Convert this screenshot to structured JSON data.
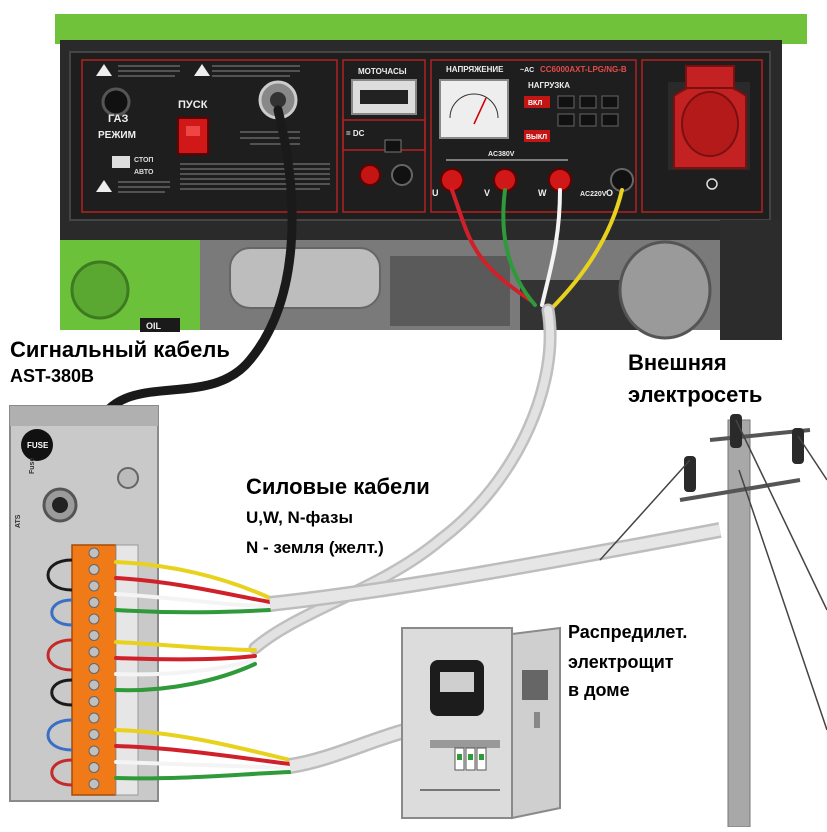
{
  "labels": {
    "signal_cable": "Сигнальный кабель",
    "ats_model": "AST-380B",
    "external_grid_line1": "Внешняя",
    "external_grid_line2": "электросеть",
    "power_cables": "Силовые кабели",
    "phases": "U,W, N-фазы",
    "ground": "N - земля (желт.)",
    "panel_line1": "Распредилет.",
    "panel_line2": "электрощит",
    "panel_line3": "в доме"
  },
  "generator_panel": {
    "model": "CC6000AXT-LPG/NG-B",
    "motor_hours": "МОТОЧАСЫ",
    "voltage": "НАПРЯЖЕНИЕ",
    "load": "НАГРУЗКА",
    "gas": "ГАЗ",
    "mode": "РЕЖИМ",
    "start": "ПУСК",
    "stop": "СТОП",
    "auto": "АВТО",
    "ac380": "AC380V",
    "ac220": "AC220V",
    "dc": "= DC",
    "oil": "OIL",
    "terminals": [
      "U",
      "V",
      "W",
      "O"
    ],
    "ac_symbol": "~AC",
    "vkl": "ВКЛ",
    "vykl": "ВЫКЛ"
  },
  "ats_box": {
    "fuse_button": "FUSE",
    "fuse_label": "Fuse",
    "ats_label": "ATS"
  },
  "colors": {
    "generator_frame": "#6fc23a",
    "panel_dark": "#1e1e1e",
    "terminal_orange": "#f07a18",
    "wire_red": "#d0202a",
    "wire_green": "#2e9a3a",
    "wire_yellow": "#e8d21e",
    "wire_white": "#f4f4f4",
    "cable_grey": "#d2d2d2",
    "socket_red": "#c42222"
  }
}
